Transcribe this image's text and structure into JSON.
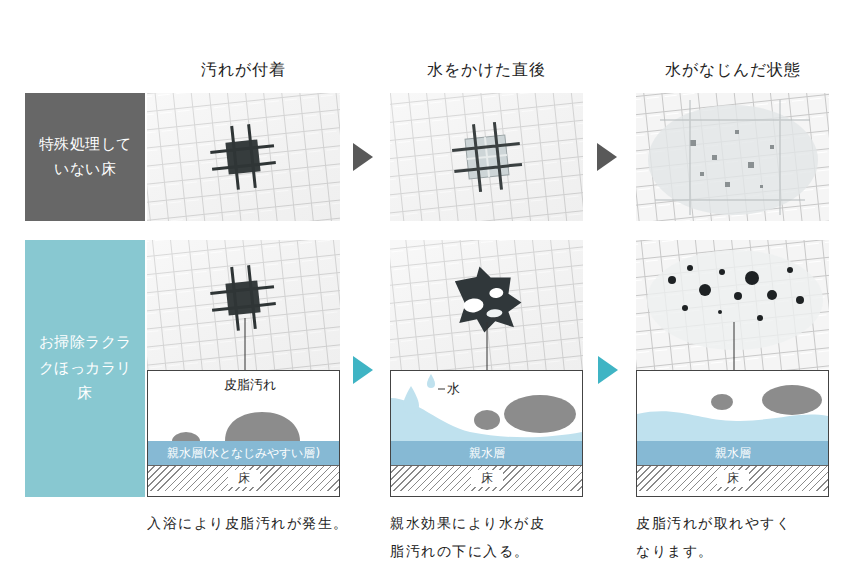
{
  "diagram": {
    "nodes": [
      {
        "text": [
          "特殊処理していない床"
        ]
      },
      {
        "text": [
          "お掃除ラクラクほっカラリ床"
        ]
      },
      {
        "text": [
          "親水層(水となじみやすい層)"
        ]
      },
      {
        "text": [
          "床"
        ]
      },
      {
        "text": [
          "親水層"
        ]
      },
      {
        "text": [
          "床"
        ]
      },
      {
        "text": [
          "親水層"
        ]
      },
      {
        "text": [
          "床"
        ]
      }
    ],
    "labels": [
      "汚れが付着",
      "水をかけた直後",
      "水がなじんだ状態",
      "皮脂汚れ",
      "水",
      "入浴により皮脂汚れが発生。",
      "親水効果により水が皮脂汚れの下に入る。",
      "皮脂汚れが取れやすくなります。"
    ]
  }
}
